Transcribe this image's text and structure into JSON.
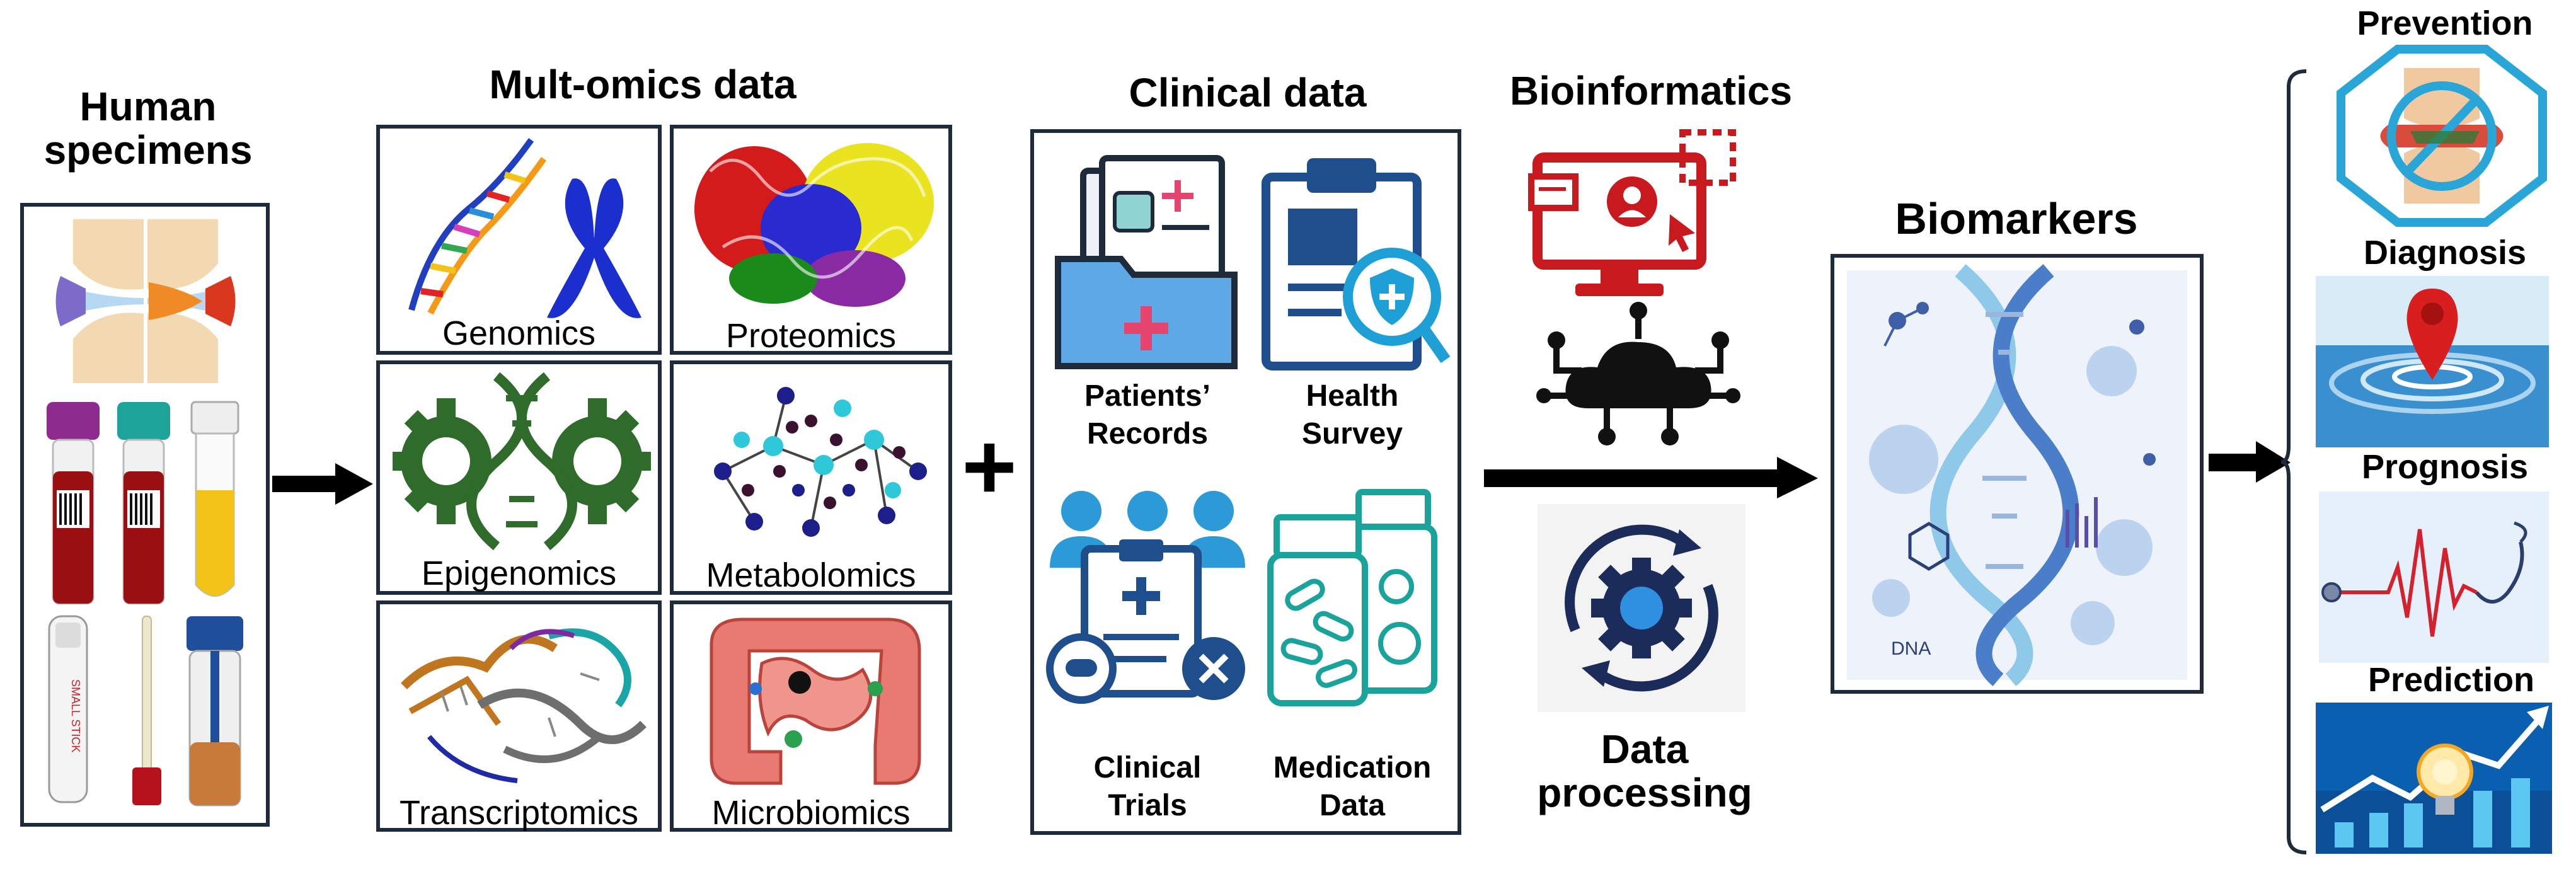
{
  "specimens": {
    "title_line1": "Human",
    "title_line2": "specimens",
    "tube_label": "SMALL STICK"
  },
  "omics": {
    "title": "Mult-omics data",
    "cells": [
      "Genomics",
      "Proteomics",
      "Epigenomics",
      "Metabolomics",
      "Transcriptomics",
      "Microbiomics"
    ]
  },
  "plus_glyph": "+",
  "clinical": {
    "title": "Clinical data",
    "items": [
      {
        "line1": "Patients’",
        "line2": "Records"
      },
      {
        "line1": "Health",
        "line2": "Survey"
      },
      {
        "line1": "Clinical",
        "line2": "Trials"
      },
      {
        "line1": "Medication",
        "line2": "Data"
      }
    ]
  },
  "bioinformatics": {
    "title": "Bioinformatics",
    "processing_line1": "Data",
    "processing_line2": "processing"
  },
  "biomarkers": {
    "title": "Biomarkers",
    "dna_caption": "DNA"
  },
  "outcomes": [
    "Prevention",
    "Diagnosis",
    "Prognosis",
    "Prediction"
  ],
  "colors": {
    "border": "#1e2b3a",
    "clinical_blue": "#1f4e8c",
    "clinical_teal": "#1aa39a",
    "bioinfo_red": "#c8191e",
    "gear_green": "#2f6b2a",
    "arrow": "#000000"
  },
  "icons": [
    "knee-joint-icon",
    "blood-tube-icon",
    "swab-icon",
    "stool-container-icon",
    "dna-helix-icon",
    "chromosome-icon",
    "protein-structure-icon",
    "gear-dna-icon",
    "molecule-network-icon",
    "rna-structure-icon",
    "intestine-icon",
    "patient-folder-icon",
    "clipboard-shield-icon",
    "team-clipboard-icon",
    "pill-bottles-icon",
    "computer-monitor-icon",
    "cloud-network-icon",
    "process-gear-icon",
    "prohibition-icon",
    "location-pin-icon",
    "heartbeat-stethoscope-icon",
    "lightbulb-growth-icon"
  ]
}
